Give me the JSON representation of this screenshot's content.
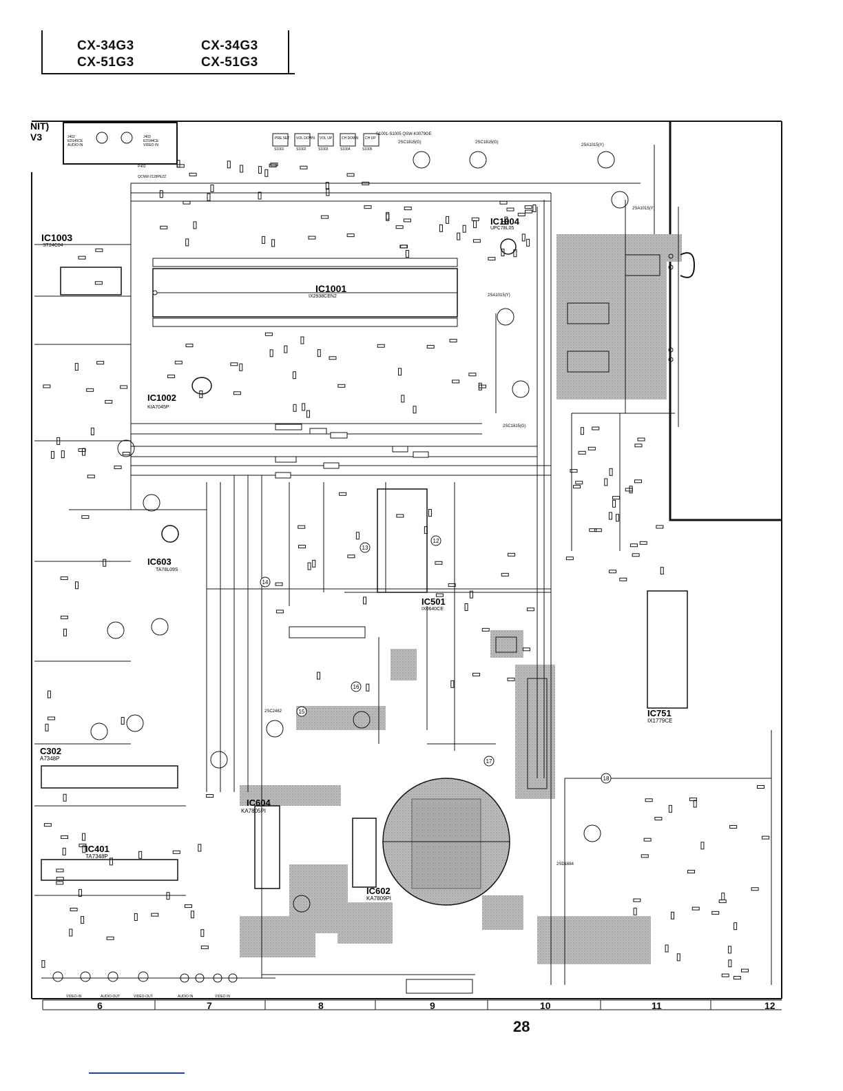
{
  "header": {
    "models_left": [
      "CX-34G3",
      "CX-51G3"
    ],
    "models_right": [
      "CX-34G3",
      "CX-51G3"
    ]
  },
  "corner_label": [
    "NIT)",
    "V3"
  ],
  "page_number": "28",
  "grid_columns": [
    "6",
    "7",
    "8",
    "9",
    "10",
    "11",
    "12"
  ],
  "blocks": {
    "ic1001": {
      "name": "IC1001",
      "part": "IX2938CEN2"
    },
    "ic1002": {
      "name": "IC1002",
      "part": "KIA7045P"
    },
    "ic1003": {
      "name": "IC1003",
      "part": "ST24C04"
    },
    "ic1004": {
      "name": "IC1004",
      "part": "UPC78L05"
    },
    "ic501": {
      "name": "IC501",
      "part": "IX0640CE"
    },
    "ic603": {
      "name": "IC603",
      "part": "TA78L09S"
    },
    "ic604": {
      "name": "IC604",
      "part": "KA7805PI"
    },
    "ic602": {
      "name": "IC602",
      "part": "KA7809PI"
    },
    "ic401": {
      "name": "IC401",
      "part": "TA7348P"
    },
    "ic751": {
      "name": "IC751",
      "part": "IX1779CE"
    },
    "ic302": {
      "name": "C302",
      "part": "A7348P"
    }
  },
  "transistors": {
    "q1001": "2SC1815(G)",
    "q1002": "2SC1815(G)",
    "q1004": "2SA1015(Y)",
    "q1003": "2SA1015(Y)",
    "q1005": "2SA1015(Y)",
    "q1006": "2SC1815(G)",
    "q601": "2SC2482",
    "q701": "2SD1884"
  },
  "jacks": {
    "j402": [
      "J402",
      "ED145CE",
      "AUDIO IN"
    ],
    "j403": [
      "J403",
      "ED144CE",
      "VIDEO IN"
    ],
    "p402": "P402",
    "ocnw": "QCNW-2128PEZZ"
  },
  "bottom_connectors": [
    "VIDEO-IN",
    "AUDIO-OUT",
    "VIDEO-OUT",
    "AUDIO IN",
    "VIDEO IN"
  ],
  "switches": [
    {
      "ref": "S1001",
      "label": "PRE SET"
    },
    {
      "ref": "S1002",
      "label": "VOL DOWN"
    },
    {
      "ref": "S1003",
      "label": "VOL UP"
    },
    {
      "ref": "S1004",
      "label": "CH DOWN"
    },
    {
      "ref": "S1005",
      "label": "CH UP"
    }
  ],
  "switch_part": "S1001-S1005 QSW-K0079GE",
  "nodes": [
    "12",
    "13",
    "14",
    "15",
    "16",
    "17",
    "18"
  ],
  "colors": {
    "ink": "#111111",
    "shade": "#b9b9b9",
    "shade_dark": "#8c8c8c",
    "link": "#1c3fbf"
  }
}
